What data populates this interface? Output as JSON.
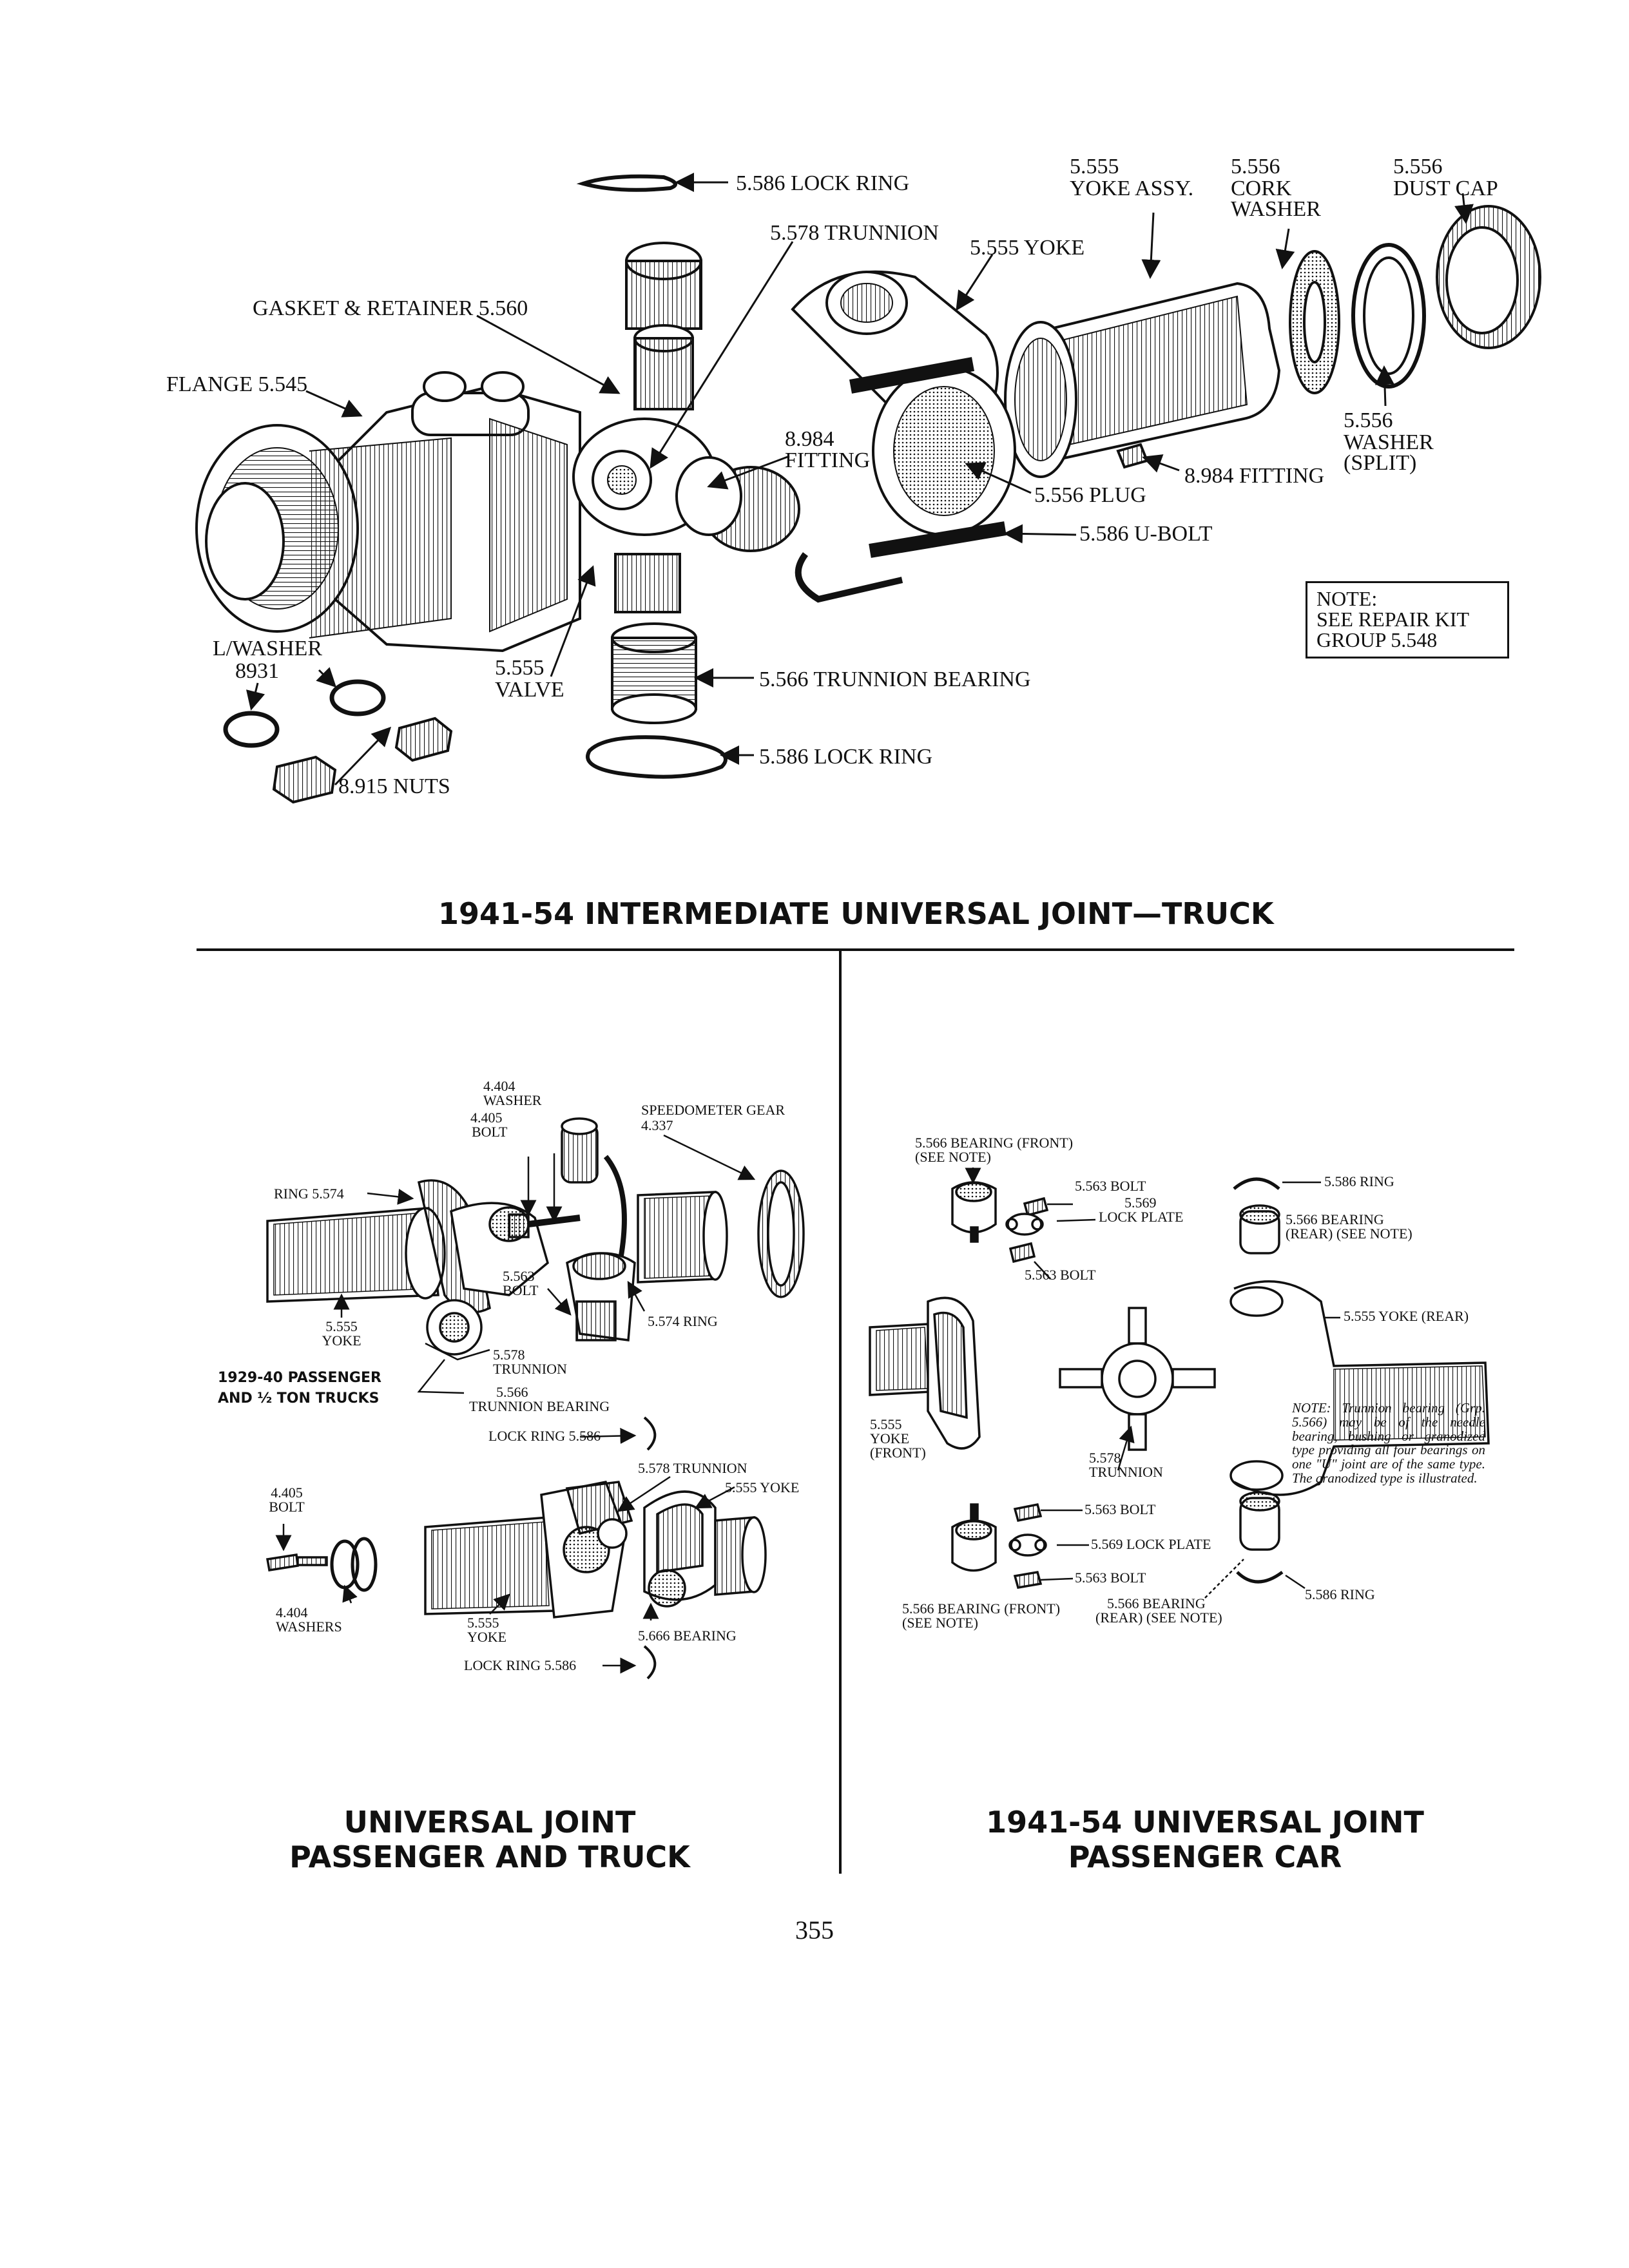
{
  "top_section": {
    "title": "1941-54 INTERMEDIATE UNIVERSAL JOINT—TRUCK",
    "callouts": {
      "lock_ring_top": "5.586 LOCK RING",
      "yoke_assy_num": "5.555",
      "yoke_assy_name": "YOKE ASSY.",
      "cork_washer_num": "5.556",
      "cork_washer_l1": "CORK",
      "cork_washer_l2": "WASHER",
      "dust_cap_num": "5.556",
      "dust_cap_name": "DUST CAP",
      "trunnion": "5.578 TRUNNION",
      "yoke": "5.555 YOKE",
      "gasket": "GASKET & RETAINER 5.560",
      "flange": "FLANGE 5.545",
      "fitting_left_num": "8.984",
      "fitting_left_name": "FITTING",
      "fitting_right": "8.984 FITTING",
      "plug": "5.556 PLUG",
      "u_bolt": "5.586 U-BOLT",
      "washer_split_num": "5.556",
      "washer_split_l1": "WASHER",
      "washer_split_l2": "(SPLIT)",
      "lwasher_name": "L/WASHER",
      "lwasher_num": "8931",
      "valve_num": "5.555",
      "valve_name": "VALVE",
      "trunnion_bearing": "5.566 TRUNNION BEARING",
      "lock_ring_bottom": "5.586 LOCK RING",
      "nuts": "8.915 NUTS"
    },
    "note": {
      "line1": "NOTE:",
      "line2": "SEE REPAIR KIT",
      "line3": "GROUP 5.548"
    }
  },
  "left_section": {
    "title_line1": "UNIVERSAL JOINT",
    "title_line2": "PASSENGER AND TRUCK",
    "subtitle_line1": "1929-40 PASSENGER",
    "subtitle_line2": "AND ½ TON TRUCKS",
    "callouts": {
      "washer_num": "4.404",
      "washer_name": "WASHER",
      "bolt_num": "4.405",
      "bolt_name": "BOLT",
      "speedo_name": "SPEEDOMETER GEAR",
      "speedo_num": "4.337",
      "ring_5574_left": "RING 5.574",
      "bolt_5563_num": "5.563",
      "bolt_5563_name": "BOLT",
      "ring_5574_right": "5.574 RING",
      "yoke_num": "5.555",
      "yoke_name": "YOKE",
      "trunnion_num": "5.578",
      "trunnion_name": "TRUNNION",
      "tb_num": "5.566",
      "tb_name": "TRUNNION BEARING",
      "lockring_a": "LOCK RING 5.586",
      "lower_bolt_num": "4.405",
      "lower_bolt_name": "BOLT",
      "lower_trunnion": "5.578 TRUNNION",
      "lower_yoke_right": "5.555 YOKE",
      "lower_washers_num": "4.404",
      "lower_washers_name": "WASHERS",
      "lower_yoke_num": "5.555",
      "lower_yoke_name": "YOKE",
      "bearing_5666": "5.666 BEARING",
      "lockring_b": "LOCK RING 5.586"
    }
  },
  "right_section": {
    "title_line1": "1941-54 UNIVERSAL JOINT",
    "title_line2": "PASSENGER CAR",
    "callouts": {
      "bearing_front_top": "5.566 BEARING (FRONT)",
      "see_note_top": "(SEE NOTE)",
      "bolt_a": "5.563 BOLT",
      "lock_plate_num": "5.569",
      "lock_plate_name": "LOCK PLATE",
      "bolt_b": "5.563 BOLT",
      "ring_top": "5.586 RING",
      "bearing_rear_top_l1": "5.566 BEARING",
      "bearing_rear_top_l2": "(REAR) (SEE NOTE)",
      "yoke_rear": "5.555 YOKE (REAR)",
      "yoke_front_num": "5.555",
      "yoke_front_l1": "YOKE",
      "yoke_front_l2": "(FRONT)",
      "trunnion_num": "5.578",
      "trunnion_name": "TRUNNION",
      "bolt_c": "5.563 BOLT",
      "lock_plate_2": "5.569 LOCK PLATE",
      "bolt_d": "5.563 BOLT",
      "bearing_front_bottom": "5.566 BEARING (FRONT)",
      "see_note_bottom": "(SEE NOTE)",
      "bearing_rear_bottom_l1": "5.566 BEARING",
      "bearing_rear_bottom_l2": "(REAR) (SEE NOTE)",
      "ring_bottom": "5.586 RING",
      "note_text": "NOTE: Trunnion bearing (Grp. 5.566) may be of the needle bearing, bushing or granodized type providing all four bearings on one \"U\" joint are of the same type. The granodized type is illustrated."
    }
  },
  "page_number": "355"
}
